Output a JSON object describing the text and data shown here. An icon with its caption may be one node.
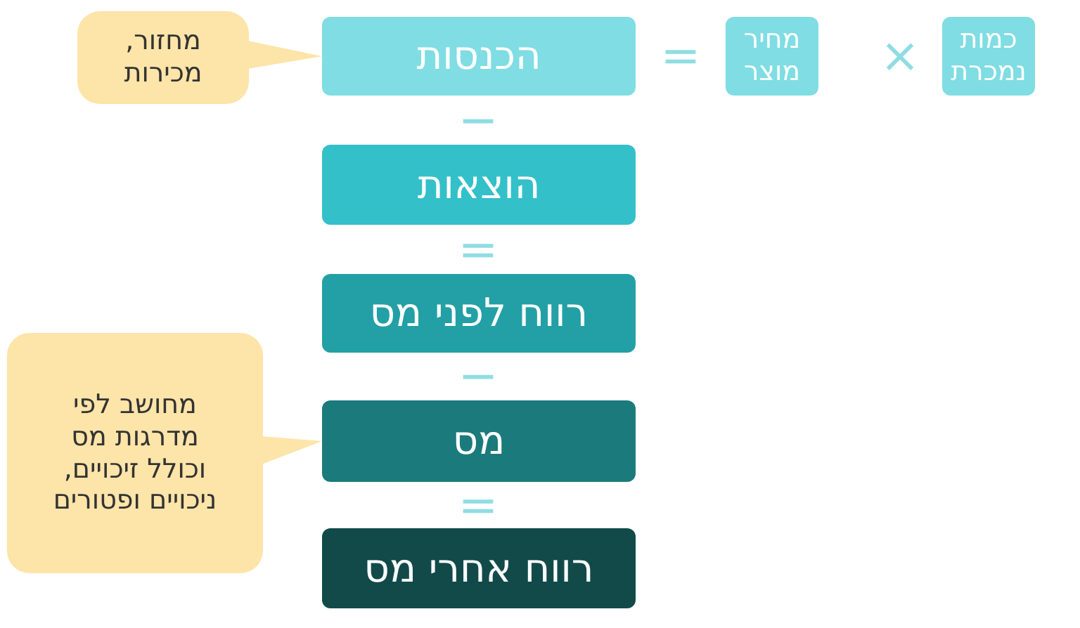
{
  "diagram": {
    "nodes": [
      {
        "text": [
          "הכנסות"
        ]
      },
      {
        "text": [
          "מחיר מוצר"
        ]
      },
      {
        "text": [
          "כמות נמכרת"
        ]
      },
      {
        "text": [
          "הוצאות"
        ]
      },
      {
        "text": [
          "רווח לפני מס"
        ]
      },
      {
        "text": [
          "מס"
        ]
      },
      {
        "text": [
          "רווח אחרי מס"
        ]
      },
      {
        "text": [
          "מחזור, מכירות"
        ]
      },
      {
        "text": [
          "מחושב לפי מדרגות מס וכולל זיכויים, ניכויים ופטורים"
        ]
      }
    ],
    "edges": [
      {
        "from": 7,
        "to": 0,
        "arrow": "none"
      },
      {
        "from": 8,
        "to": 5,
        "arrow": "none"
      }
    ],
    "labels": [
      "×",
      "=",
      "−",
      "=",
      "−",
      "="
    ]
  }
}
